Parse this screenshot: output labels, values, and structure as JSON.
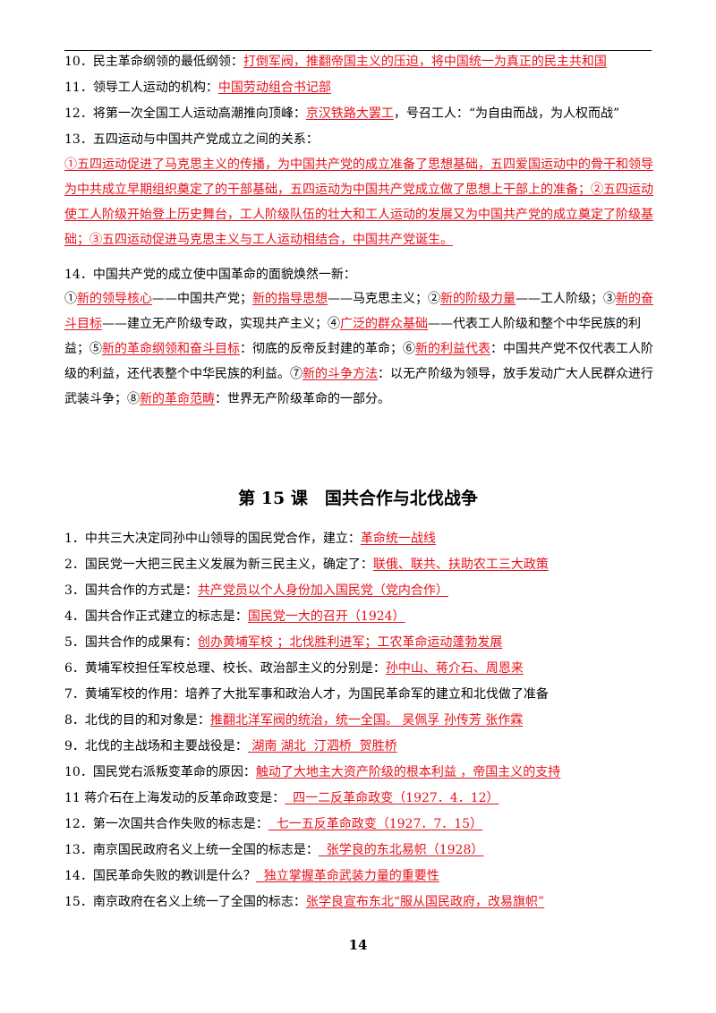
{
  "top": [
    {
      "q": "10．民主革命纲领的最低纲领：",
      "a": "打倒军阀，推翻帝国主义的压迫，将中国统一为真正的民主共和国",
      "tail": ""
    },
    {
      "q": "11．领导工人运动的机构：",
      "a": "中国劳动组合书记部",
      "tail": ""
    },
    {
      "q": "12．将第一次全国工人运动高潮推向顶峰：",
      "a": "京汉铁路大罢工",
      "tail": "，号召工人：“为自由而战，为人权而战”"
    },
    {
      "q": "13．五四运动与中国共产党成立之间的关系：",
      "a": "",
      "tail": ""
    }
  ],
  "q13_answer": "①五四运动促进了马克思主义的传播，为中国共产党的成立准备了思想基础，五四爱国运动中的骨干和领导为中共成立早期组织奠定了的干部基础，五四运动为中国共产党成立做了思想上干部上的准备；②五四运动使工人阶级开始登上历史舞台，工人阶级队伍的壮大和工人运动的发展又为中国共产党的成立奠定了阶级基础；③五四运动促进马克思主义与工人运动相结合，中国共产党诞生。",
  "q14_question": "14．中国共产党的成立使中国革命的面貌焕然一新：",
  "q14_parts": [
    {
      "t": "①",
      "r": false
    },
    {
      "t": "新的领导核心",
      "r": true
    },
    {
      "t": "——中国共产党；",
      "r": false
    },
    {
      "t": "新的指导思想",
      "r": true
    },
    {
      "t": "——马克思主义；②",
      "r": false
    },
    {
      "t": "新的阶级力量",
      "r": true
    },
    {
      "t": "——工人阶级；③",
      "r": false
    },
    {
      "t": "新的奋斗目标",
      "r": true
    },
    {
      "t": "——建立无产阶级专政，实现共产主义；④",
      "r": false
    },
    {
      "t": "广泛的群众基础",
      "r": true
    },
    {
      "t": "——代表工人阶级和整个中华民族的利益；⑤",
      "r": false
    },
    {
      "t": "新的革命纲领和奋斗目标",
      "r": true
    },
    {
      "t": "：彻底的反帝反封建的革命；⑥",
      "r": false
    },
    {
      "t": "新的利益代表",
      "r": true
    },
    {
      "t": "：中国共产党不仅代表工人阶级的利益，还代表整个中华民族的利益。⑦",
      "r": false
    },
    {
      "t": "新的斗争方法",
      "r": true
    },
    {
      "t": "：以无产阶级为领导，放手发动广大人民群众进行武装斗争；⑧",
      "r": false
    },
    {
      "t": "新的革命范畴",
      "r": true
    },
    {
      "t": "：世界无产阶级革命的一部分。",
      "r": false
    }
  ],
  "lesson_title": "第 15 课　国共合作与北伐战争",
  "items": [
    {
      "q": "1．中共三大决定同孙中山领导的国民党合作，建立：",
      "a": "革命统一战线",
      "tail": ""
    },
    {
      "q": "2．国民党一大把三民主义发展为新三民主义，确定了：",
      "a": "联俄、联共、扶助农工三大政策",
      "tail": ""
    },
    {
      "q": "3．国共合作的方式是：",
      "a": "共产党员以个人身份加入国民党（党内合作）",
      "tail": ""
    },
    {
      "q": "4．国共合作正式建立的标志是：",
      "a": "国民党一大的召开（1924）",
      "tail": ""
    },
    {
      "q": "5．国共合作的成果有：",
      "a": "创办黄埔军校 ；北伐胜利进军；工农革命运动蓬勃发展",
      "tail": ""
    },
    {
      "q": "6．黄埔军校担任军校总理、校长、政治部主义的分别是：",
      "a": "孙中山、蒋介石、周恩来",
      "tail": ""
    },
    {
      "q": "7．黄埔军校的作用：培养了大批军事和政治人才，为国民革命军的建立和北伐做了准备",
      "a": "",
      "tail": ""
    },
    {
      "q": "8．北伐的目的和对象是：",
      "a": "推翻北洋军阀的统治，统一全国。 吴佩孚 孙传芳 张作霖",
      "tail": ""
    },
    {
      "q": "9．北伐的主战场和主要战役是：",
      "a": " 湖南 湖北  汀泗桥  贺胜桥",
      "tail": ""
    },
    {
      "q": "10．国民党右派叛变革命的原因：",
      "a": "触动了大地主大资产阶级的根本利益 ，帝国主义的支持",
      "tail": ""
    },
    {
      "q": "11 蒋介石在上海发动的反革命政变是：",
      "a": "  四一二反革命政变（1927．4．12）",
      "tail": ""
    },
    {
      "q": "12．第一次国共合作失败的标志是：",
      "a": "  七一五反革命政变（1927．7．15）",
      "tail": ""
    },
    {
      "q": "13．南京国民政府名义上统一全国的标志是：",
      "a": "  张学良的东北易帜（1928）",
      "tail": ""
    },
    {
      "q": "14．国民革命失败的教训是什么？",
      "a": "  独立掌握革命武装力量的重要性",
      "tail": ""
    },
    {
      "q": "15．南京政府在名义上统一了全国的标志：",
      "a": "张学良宣布东北“服从国民政府，改易旗帜”",
      "tail": ""
    }
  ],
  "page_number": "14"
}
